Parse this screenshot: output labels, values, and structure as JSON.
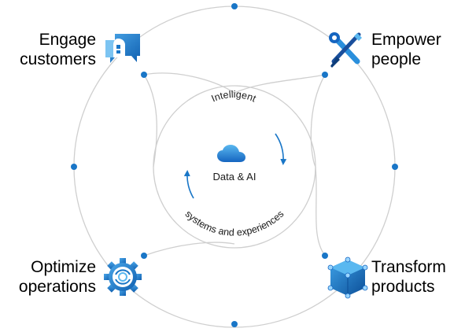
{
  "corners": {
    "top_left": {
      "line1": "Engage",
      "line2": "customers",
      "icon": "chat-bubbles-icon"
    },
    "top_right": {
      "line1": "Empower",
      "line2": "people",
      "icon": "wrench-screwdriver-icon"
    },
    "bottom_left": {
      "line1": "Optimize",
      "line2": "operations",
      "icon": "gear-icon"
    },
    "bottom_right": {
      "line1": "Transform",
      "line2": "products",
      "icon": "cube-icon"
    }
  },
  "center": {
    "top_arc_text": "Intelligent",
    "bottom_arc_text": "systems and experiences",
    "core_label": "Data & AI",
    "core_icon": "cloud-icon"
  },
  "colors": {
    "accent": "#1976c7",
    "ring": "#c9c9c9",
    "text": "#000000"
  }
}
